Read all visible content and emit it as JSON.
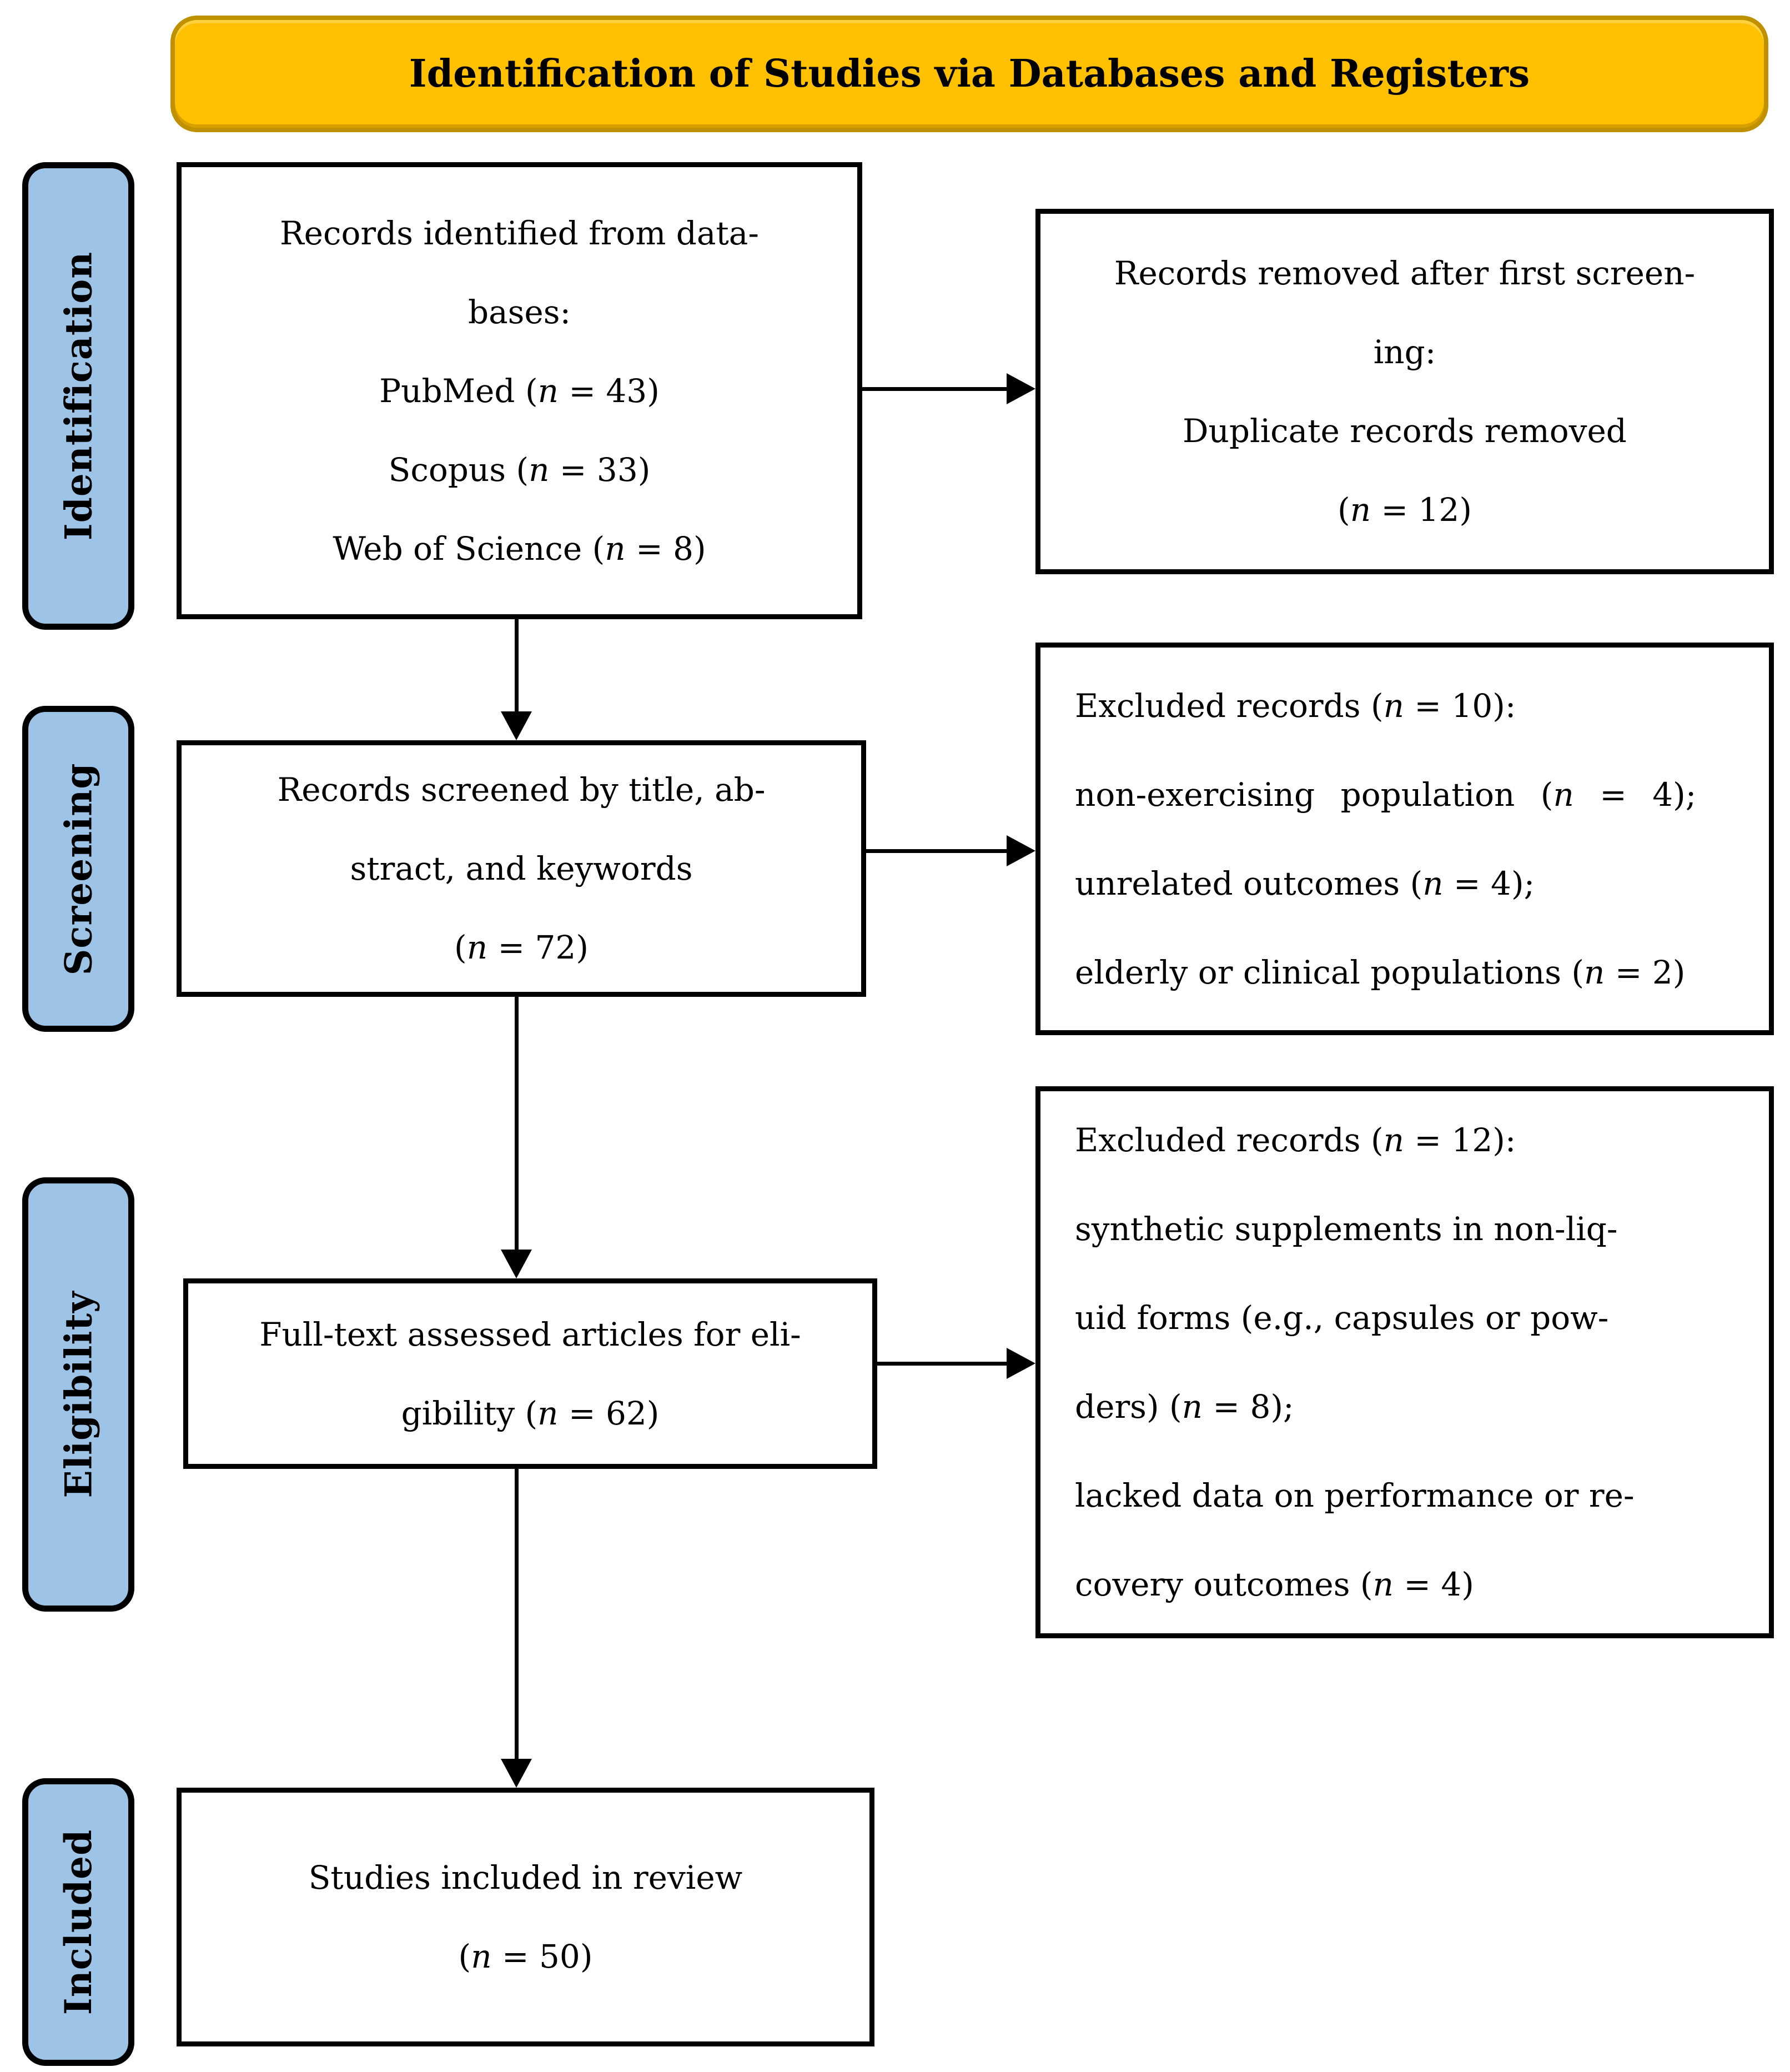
{
  "title": "Identification of Studies via Databases and Registers",
  "colors": {
    "gold": "#FFC000",
    "gold_border": "#BF9000",
    "blue": "#9DC3E6",
    "box_border": "#000000"
  },
  "stage_labels": [
    {
      "label": "Identification"
    },
    {
      "label": "Screening"
    },
    {
      "label": "Eligibility"
    },
    {
      "label": "Included"
    }
  ],
  "boxes": {
    "identified": {
      "lines": [
        "Records identified from data-",
        "bases:",
        "PubMed (n = 43)",
        "Scopus (n = 33)",
        "Web of Science (n = 8)"
      ]
    },
    "removed_first_screening": {
      "lines": [
        "Records removed after first screen-",
        "ing:",
        "Duplicate records removed",
        "(n = 12)"
      ]
    },
    "screened": {
      "lines": [
        "Records screened by title, ab-",
        "stract, and keywords",
        "(n = 72)"
      ]
    },
    "excluded_screening": {
      "lines": [
        "Excluded records (n = 10):",
        "non-exercising population (n = 4);",
        "unrelated outcomes (n = 4);",
        "elderly or clinical populations (n = 2)"
      ]
    },
    "fulltext": {
      "lines": [
        "Full-text assessed articles for eli-",
        "gibility (n = 62)"
      ]
    },
    "excluded_fulltext": {
      "lines": [
        "Excluded records (n = 12):",
        "synthetic supplements in non-liq-",
        "uid forms (e.g., capsules or pow-",
        "ders) (n = 8);",
        "lacked data on performance or re-",
        "covery outcomes (n = 4)"
      ]
    },
    "included_review": {
      "lines": [
        "Studies included in review",
        "(n = 50)"
      ]
    }
  }
}
